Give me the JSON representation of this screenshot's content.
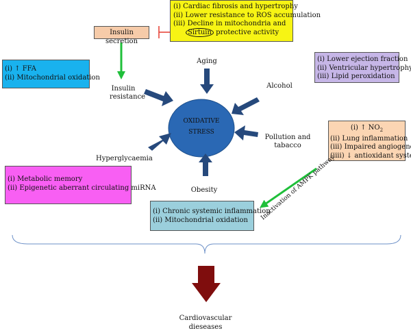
{
  "colors": {
    "aging_box": "#f7f414",
    "insulin_box": "#f6cba9",
    "ffa_box": "#19b2ee",
    "ejection_box": "#c6b6e7",
    "no2_box": "#fbd5b3",
    "metabolic_box": "#f85ff3",
    "chronic_box": "#9bcfdc",
    "green_arrow": "#1fbf3a",
    "blue_arrow": "#26497c",
    "red_arrow": "#7f0d0d",
    "inhibit_line": "#e53a2f",
    "ellipse": "#2a68b4"
  },
  "top_box": {
    "items": [
      "(i) Cardiac fibrosis and hypertrophy",
      "(ii) Lower resistance to ROS accumulation",
      "(iii) Decline in mitochondria and",
      "protective activity"
    ],
    "highlight_word": "Sirtuin"
  },
  "insulin_secretion": "Insulin secretion",
  "ffa_box": {
    "items": [
      "(i)  ↑  FFA",
      "(ii)    Mitochondrial oxidation"
    ]
  },
  "insulin_resistance": [
    "Insulin",
    "resistance"
  ],
  "center": [
    "OXIDATIVE",
    "STRESS"
  ],
  "factors": {
    "aging": "Aging",
    "alcohol": "Alcohol",
    "pollution": [
      "Pollution and",
      "tabacco"
    ],
    "obesity": "Obesity",
    "hyperglycaemia": "Hyperglycaemia"
  },
  "ejection_box": {
    "items": [
      "(i)  Lower ejection fraction",
      "(ii)  Ventricular hypertrophy",
      "(iii)  Lipid peroxidation"
    ]
  },
  "no2_box": {
    "items": [
      "(ii)  Lung inflammation",
      "(iii)  Impaired angiogenesis",
      "(iiii) ↓  antioxidant system"
    ],
    "no2_prefix": "(i)  ↑  NO",
    "no2_sub": "2"
  },
  "metabolic_box": {
    "items": [
      "(i)   Metabolic memory",
      "(ii)  Epigenetic aberrant circulating miRNA"
    ]
  },
  "chronic_box": {
    "items": [
      "(i)  Chronic systemic inflammation",
      "(ii)  Mitochondrial oxidation"
    ]
  },
  "ampk_label": "Inactivation of AMPK pathway",
  "outcome": [
    "Cardiovascular",
    "dieseases"
  ]
}
